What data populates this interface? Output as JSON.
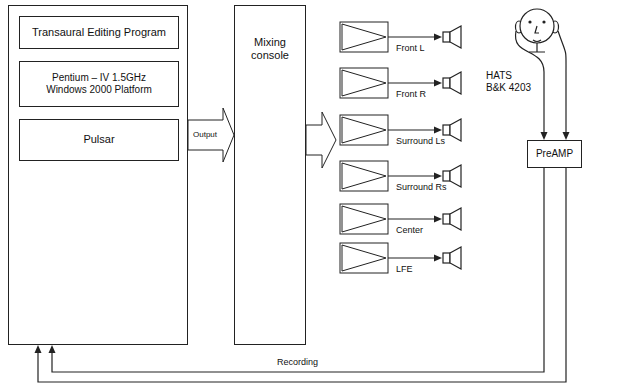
{
  "diagram": {
    "nodes": [
      {
        "text": []
      },
      {
        "text": [
          "Transaural Editing Program"
        ],
        "in": 0
      },
      {
        "text": [
          "Pentium – IV 1.5GHz Windows 2000 Platform"
        ],
        "in": 0
      },
      {
        "text": [
          "Pulsar"
        ],
        "in": 0
      },
      {
        "text": [
          "Mixing console"
        ]
      },
      {
        "text": [
          "HATS B&K 4203"
        ]
      },
      {
        "text": [
          "PreAMP"
        ]
      }
    ],
    "edges": [
      {
        "from": 0,
        "to": 4,
        "label": "Output",
        "arrow": "to"
      },
      {
        "from": 5,
        "to": 6,
        "arrow": "to"
      },
      {
        "from": 5,
        "to": 6,
        "arrow": "to"
      },
      {
        "from": 6,
        "to": 0,
        "label": "Recording",
        "arrow": "to"
      },
      {
        "from": 6,
        "to": 0,
        "arrow": "to"
      }
    ],
    "labels": [
      "Front L",
      "Front R",
      "Surround Ls",
      "Surround Rs",
      "Center",
      "LFE"
    ]
  }
}
